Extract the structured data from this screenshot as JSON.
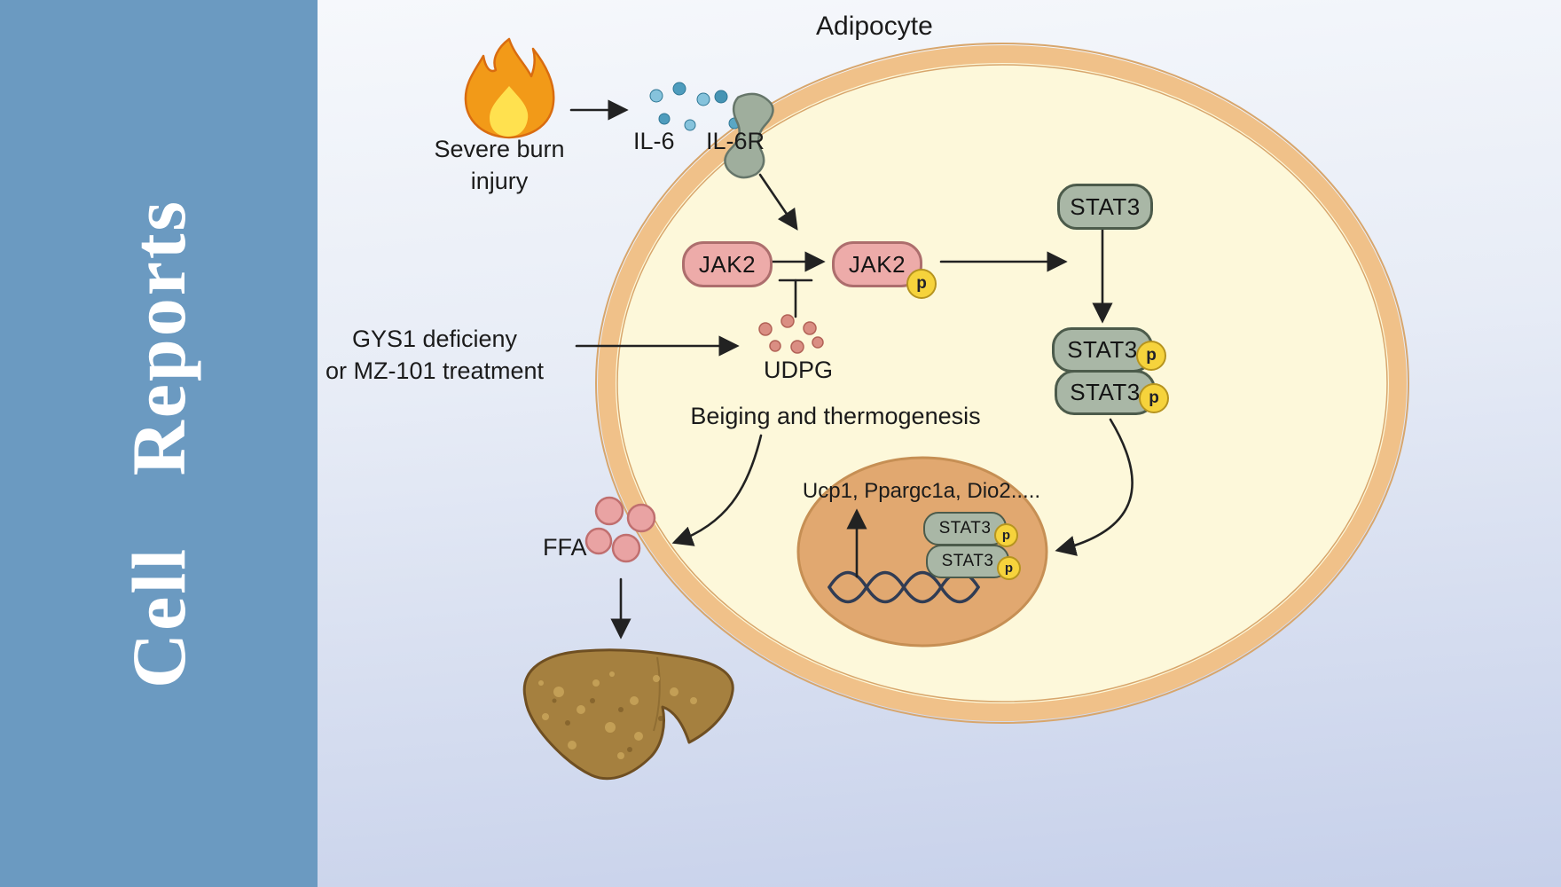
{
  "sidebar": {
    "journal_title": "Cell Reports"
  },
  "diagram": {
    "cell_label": "Adipocyte",
    "burn_line1": "Severe burn",
    "burn_line2": "injury",
    "il6_label": "IL-6",
    "il6r_label": "IL-6R",
    "jak2_label": "JAK2",
    "phospho_label": "p",
    "stat3_label": "STAT3",
    "treatment_line1": "GYS1 deficieny",
    "treatment_line2": "or MZ-101 treatment",
    "udpg_label": "UDPG",
    "beiging_label": "Beiging and thermogenesis",
    "genes_label": "Ucp1, Ppargc1a, Dio2.....",
    "ffa_label": "FFA"
  },
  "colors": {
    "sidebar_blue": "#6b9ac1",
    "cell_fill": "#fdf8da",
    "cell_membrane": "#f0c189",
    "nucleus_fill": "#e1a870",
    "jak2_fill": "#edaba9",
    "stat3_fill": "#a9b7a6",
    "phospho_yellow": "#f6d33c",
    "il6_dot_blue": "#5ba3c0",
    "udpg_dot_salmon": "#da8e83",
    "ffa_dot_pink": "#e9a3a3",
    "liver_brown": "#a5803f"
  }
}
